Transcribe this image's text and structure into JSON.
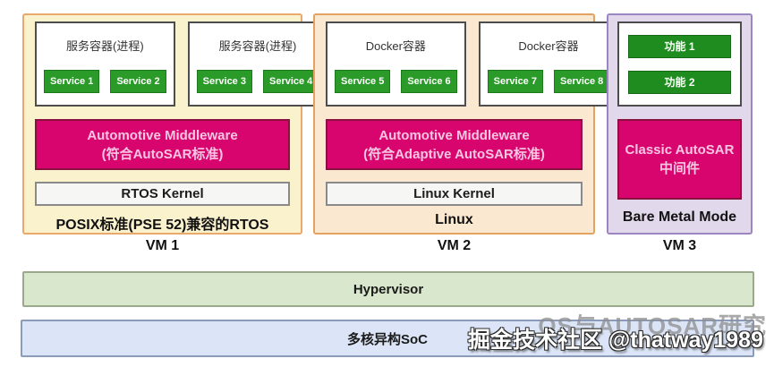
{
  "vms": [
    {
      "label": "VM 1",
      "containers": [
        {
          "title": "服务容器(进程)",
          "services": [
            "Service 1",
            "Service 2"
          ]
        },
        {
          "title": "服务容器(进程)",
          "services": [
            "Service 3",
            "Service 4"
          ]
        }
      ],
      "middleware": {
        "line1": "Automotive Middleware",
        "line2": "(符合AutoSAR标准)"
      },
      "kernel": "RTOS Kernel",
      "os": "POSIX标准(PSE 52)兼容的RTOS"
    },
    {
      "label": "VM 2",
      "containers": [
        {
          "title": "Docker容器",
          "services": [
            "Service 5",
            "Service 6"
          ]
        },
        {
          "title": "Docker容器",
          "services": [
            "Service 7",
            "Service 8"
          ]
        }
      ],
      "middleware": {
        "line1": "Automotive Middleware",
        "line2": "(符合Adaptive AutoSAR标准)"
      },
      "kernel": "Linux Kernel",
      "os": "Linux"
    },
    {
      "label": "VM 3",
      "functions": [
        "功能 1",
        "功能 2"
      ],
      "middleware": {
        "line1": "Classic AutoSAR",
        "line2": "中间件"
      },
      "os": "Bare Metal Mode"
    }
  ],
  "hypervisor_label": "Hypervisor",
  "soc_label": "多核异构SoC",
  "watermark": {
    "primary": "掘金技术社区 @thatway1989",
    "secondary": "OS与AUTOSAR研究"
  },
  "colors": {
    "vm1_bg": "#faf1cd",
    "vm2_bg": "#fbe8d0",
    "vm3_bg": "#e2d8ec",
    "vm_orange_border": "#e8a96a",
    "vm_purple_border": "#9c86c2",
    "service_green": "#2a9a28",
    "middleware_magenta": "#d8056f",
    "hypervisor_bg": "#d9e7cc",
    "soc_bg": "#dbe5f7"
  }
}
